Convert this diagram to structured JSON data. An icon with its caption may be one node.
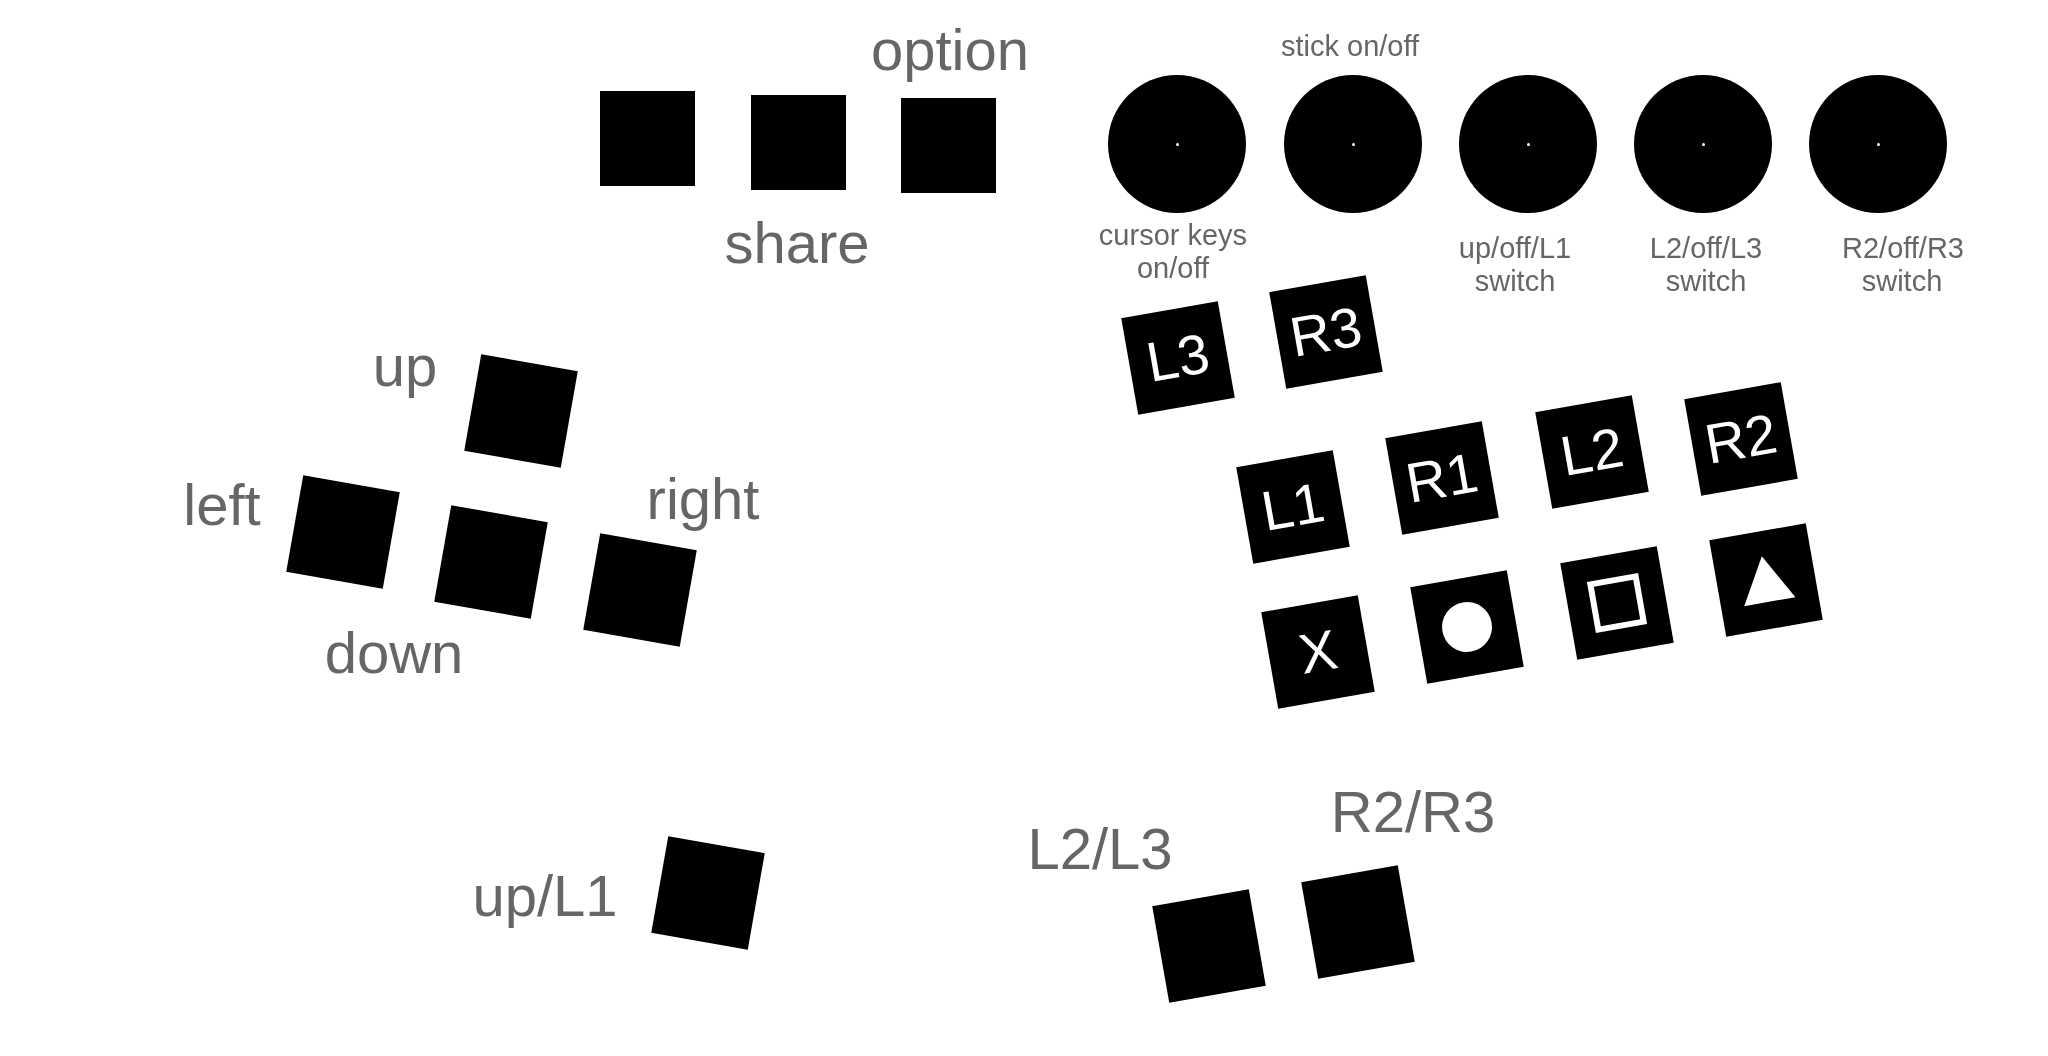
{
  "diagram": {
    "nodes": [
      {
        "text": [],
        "shape": "box"
      },
      {
        "text": [],
        "shape": "box",
        "beside": [
          "share"
        ]
      },
      {
        "text": [],
        "shape": "box",
        "beside": [
          "option"
        ]
      },
      {
        "text": [],
        "shape": "circle",
        "beside": [
          "cursor keys on/off"
        ]
      },
      {
        "text": [],
        "shape": "circle",
        "beside": [
          "stick on/off"
        ]
      },
      {
        "text": [],
        "shape": "circle",
        "beside": [
          "up/off/L1 switch"
        ]
      },
      {
        "text": [],
        "shape": "circle",
        "beside": [
          "L2/off/L3 switch"
        ]
      },
      {
        "text": [],
        "shape": "circle",
        "beside": [
          "R2/off/R3 switch"
        ]
      },
      {
        "text": [],
        "shape": "box",
        "beside": [
          "up"
        ]
      },
      {
        "text": [
          "L3"
        ]
      },
      {
        "text": [
          "R3"
        ]
      },
      {
        "text": [],
        "shape": "box",
        "beside": [
          "left"
        ]
      },
      {
        "text": [],
        "shape": "box",
        "beside": [
          "down"
        ]
      },
      {
        "text": [],
        "shape": "box",
        "beside": [
          "right"
        ]
      },
      {
        "text": [
          "L1"
        ]
      },
      {
        "text": [
          "R1"
        ]
      },
      {
        "text": [
          "L2"
        ]
      },
      {
        "text": [
          "R2"
        ]
      },
      {
        "text": [
          "X"
        ]
      },
      {
        "text": [],
        "shape": "box"
      },
      {
        "text": [],
        "shape": "box"
      },
      {
        "text": [],
        "shape": "box"
      },
      {
        "text": [],
        "shape": "box",
        "beside": [
          "up/L1"
        ]
      },
      {
        "text": [],
        "shape": "box",
        "beside": [
          "R2/R3"
        ]
      },
      {
        "text": [],
        "shape": "box",
        "beside": [
          "L2/L3"
        ]
      }
    ]
  }
}
